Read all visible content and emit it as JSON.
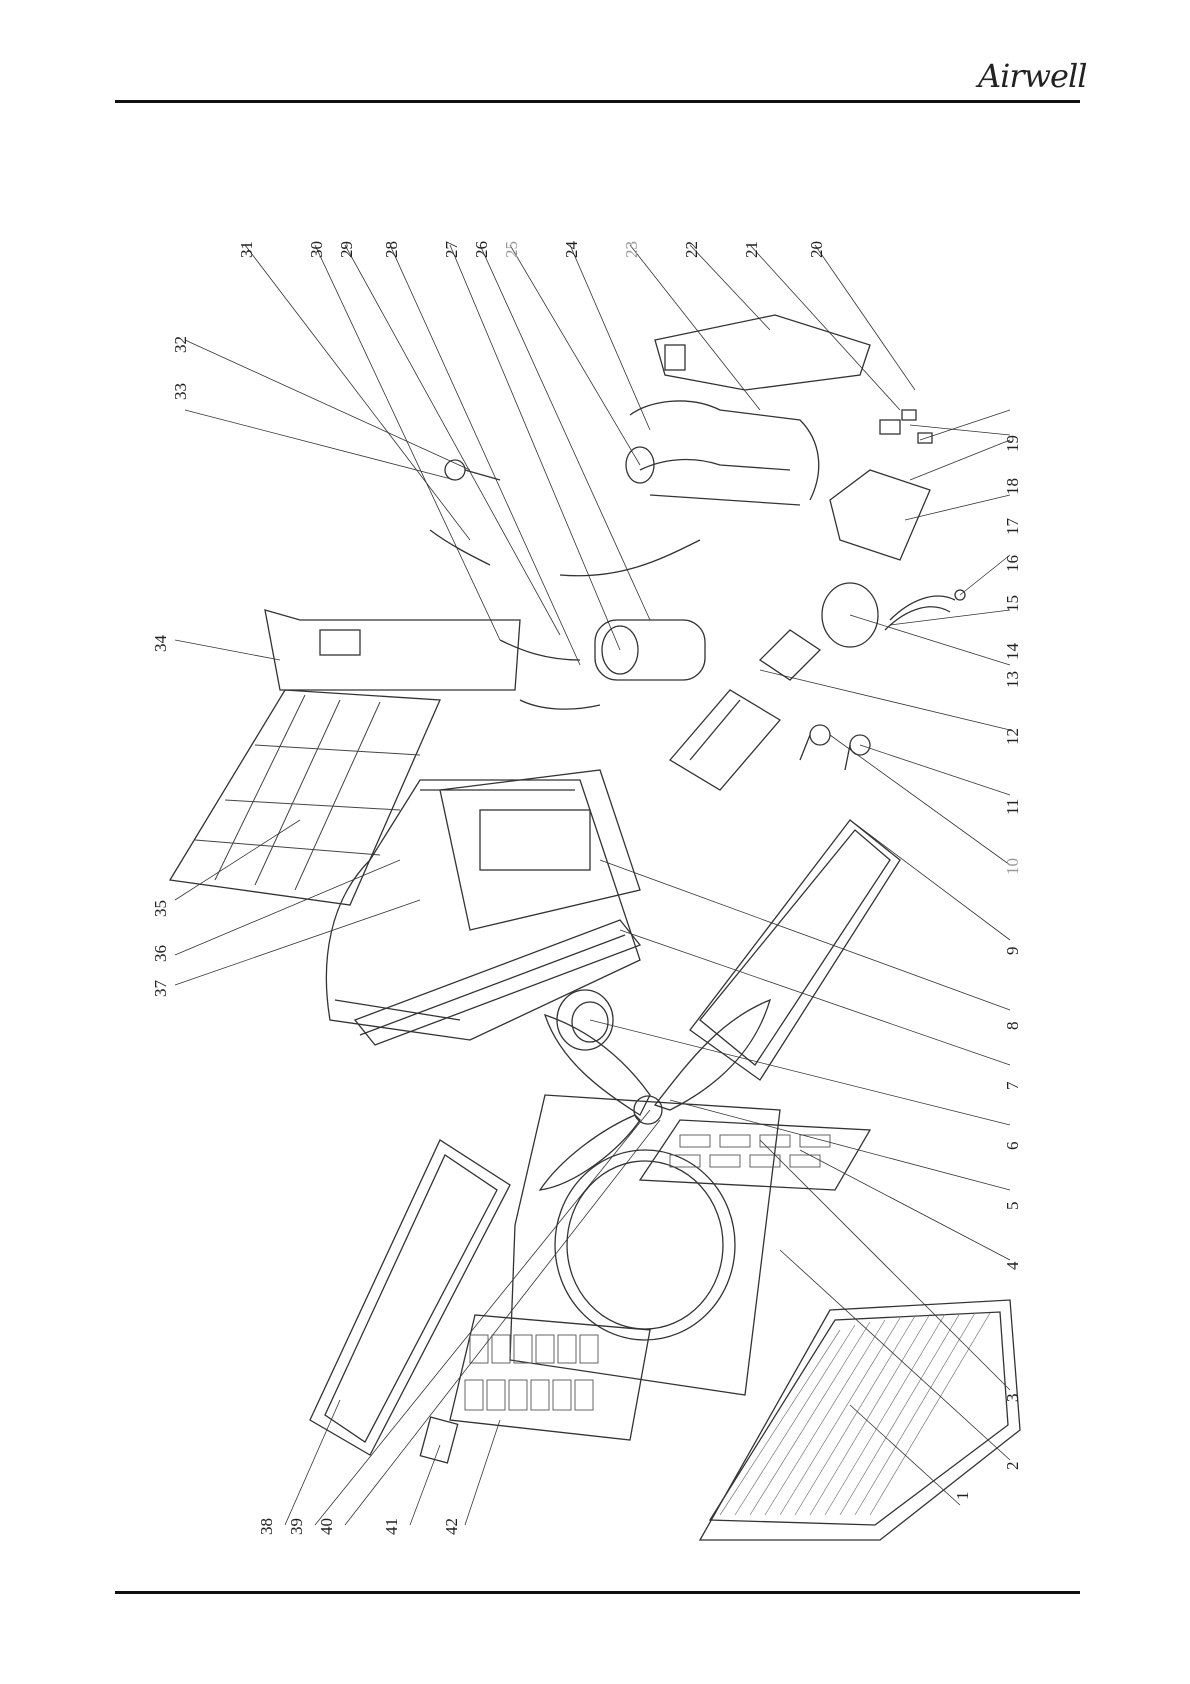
{
  "header": {
    "brand": "Airwell"
  },
  "callouts": [
    {
      "id": "1",
      "light": false
    },
    {
      "id": "2",
      "light": false
    },
    {
      "id": "3",
      "light": false
    },
    {
      "id": "4",
      "light": false
    },
    {
      "id": "5",
      "light": false
    },
    {
      "id": "6",
      "light": false
    },
    {
      "id": "7",
      "light": false
    },
    {
      "id": "8",
      "light": false
    },
    {
      "id": "9",
      "light": false
    },
    {
      "id": "10",
      "light": true
    },
    {
      "id": "11",
      "light": false
    },
    {
      "id": "12",
      "light": false
    },
    {
      "id": "13",
      "light": false
    },
    {
      "id": "14",
      "light": false
    },
    {
      "id": "15",
      "light": false
    },
    {
      "id": "16",
      "light": false
    },
    {
      "id": "17",
      "light": false
    },
    {
      "id": "18",
      "light": false
    },
    {
      "id": "19",
      "light": false
    },
    {
      "id": "20",
      "light": false
    },
    {
      "id": "21",
      "light": false
    },
    {
      "id": "22",
      "light": false
    },
    {
      "id": "23",
      "light": true
    },
    {
      "id": "24",
      "light": false
    },
    {
      "id": "25",
      "light": true
    },
    {
      "id": "26",
      "light": false
    },
    {
      "id": "27",
      "light": false
    },
    {
      "id": "28",
      "light": false
    },
    {
      "id": "29",
      "light": false
    },
    {
      "id": "30",
      "light": false
    },
    {
      "id": "31",
      "light": false
    },
    {
      "id": "32",
      "light": false
    },
    {
      "id": "33",
      "light": false
    },
    {
      "id": "34",
      "light": false
    },
    {
      "id": "35",
      "light": false
    },
    {
      "id": "36",
      "light": false
    },
    {
      "id": "37",
      "light": false
    },
    {
      "id": "38",
      "light": false
    },
    {
      "id": "39",
      "light": false
    },
    {
      "id": "40",
      "light": false
    },
    {
      "id": "41",
      "light": false
    },
    {
      "id": "42",
      "light": false
    }
  ]
}
